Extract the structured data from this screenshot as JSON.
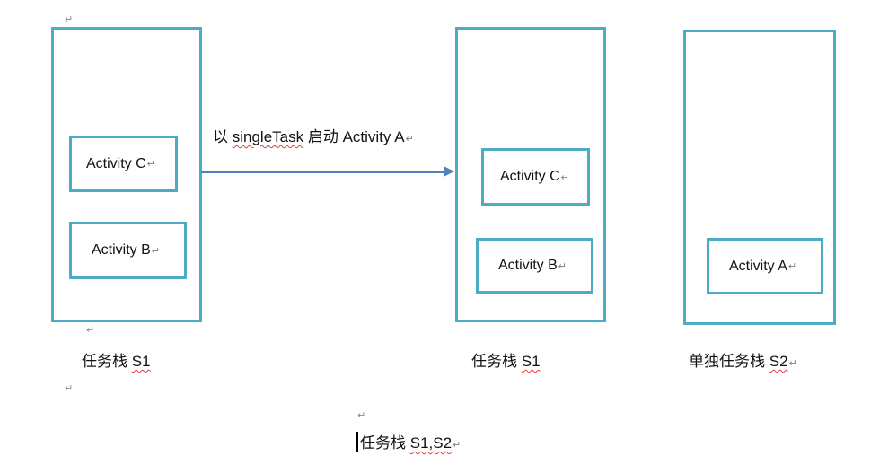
{
  "paragraph_mark": "↵",
  "left_stack": {
    "activities": [
      "Activity C",
      "Activity B"
    ],
    "label_cn": "任务栈",
    "label_en": "S1"
  },
  "arrow": {
    "label_prefix": "以",
    "label_keyword": "singleTask",
    "label_suffix": "启动 Activity A"
  },
  "middle_stack": {
    "activities": [
      "Activity C",
      "Activity B"
    ],
    "label_cn": "任务栈",
    "label_en": "S1"
  },
  "right_stack": {
    "activities": [
      "Activity A"
    ],
    "label_cn": "单独任务栈",
    "label_en": "S2"
  },
  "caption": {
    "label_cn": "任务栈",
    "label_en": "S1,S2"
  },
  "colors": {
    "box_border": "#4bacc6",
    "arrow": "#4f81bd",
    "spell_underline": "#e04040"
  }
}
